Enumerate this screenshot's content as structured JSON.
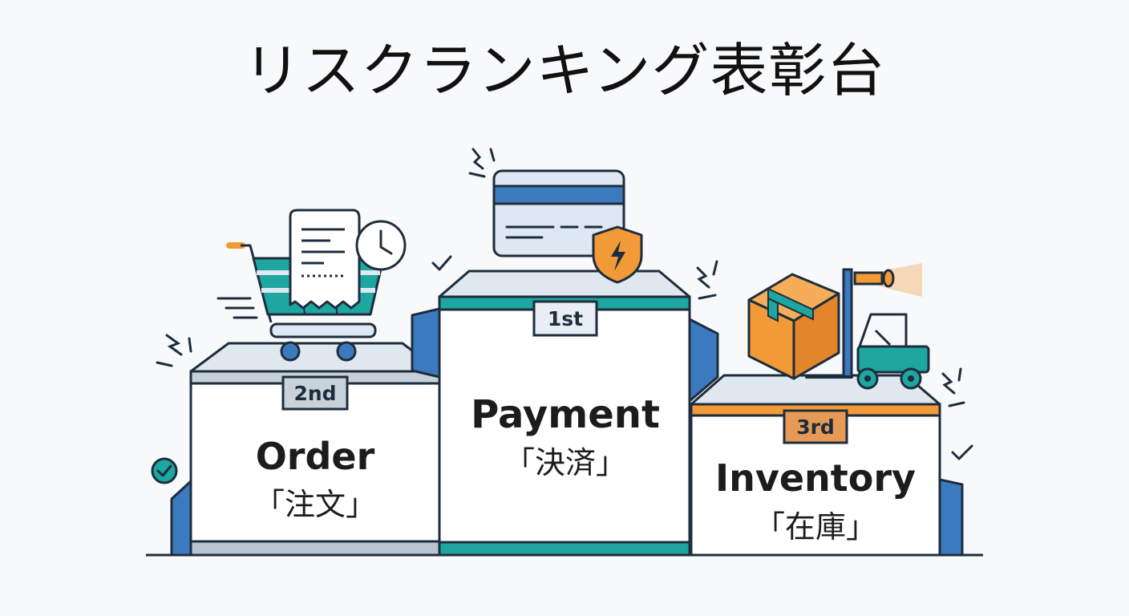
{
  "title": "リスクランキング表彰台",
  "podiums": [
    {
      "rank": "1st",
      "name": "Payment",
      "name_jp": "「決済」",
      "icon": "credit-card-icon",
      "badge_icon": "shield-lightning-icon",
      "accent": "#1ea6a0",
      "rank_badge_color": "#e8eef4"
    },
    {
      "rank": "2nd",
      "name": "Order",
      "name_jp": "「注文」",
      "icon": "shopping-cart-icon",
      "badge_icon": "clock-icon",
      "accent": "#b8c4d0",
      "rank_badge_color": "#c9d2da"
    },
    {
      "rank": "3rd",
      "name": "Inventory",
      "name_jp": "「在庫」",
      "icon": "forklift-icon",
      "badge_icon": "package-box-icon",
      "accent": "#f29a38",
      "rank_badge_color": "#e69a55"
    }
  ],
  "colors": {
    "outline": "#1e2d3d",
    "teal": "#1ea6a0",
    "blue": "#3c7ac0",
    "orange": "#f29a38",
    "light_blue": "#dde8f3"
  }
}
